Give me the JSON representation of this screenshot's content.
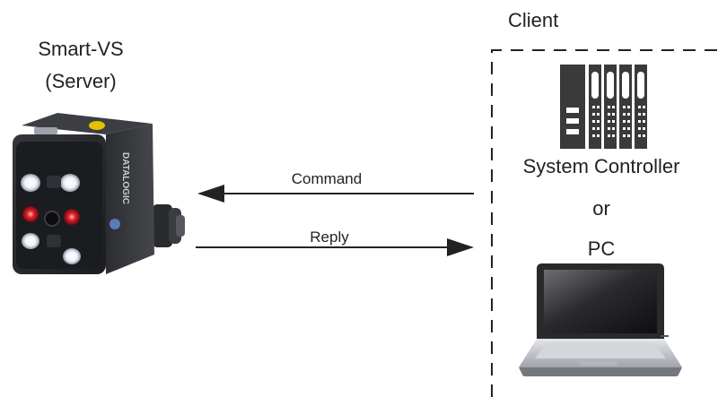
{
  "server": {
    "name": "Smart-VS",
    "role": "(Server)",
    "brand_text": "DATALOGIC"
  },
  "client": {
    "title": "Client",
    "system_controller": "System Controller",
    "or": "or",
    "pc": "PC"
  },
  "arrows": {
    "command": "Command",
    "reply": "Reply"
  },
  "icons": {
    "server_device": "smart-camera-icon",
    "controller": "plc-controller-icon",
    "pc": "laptop-icon"
  },
  "colors": {
    "arrow": "#222222",
    "dashed_border": "#222222",
    "controller_body": "#3a3a3a",
    "led_red": "#e0202a",
    "led_white": "#f4f6fa",
    "device_body": "#2a2b2f"
  }
}
